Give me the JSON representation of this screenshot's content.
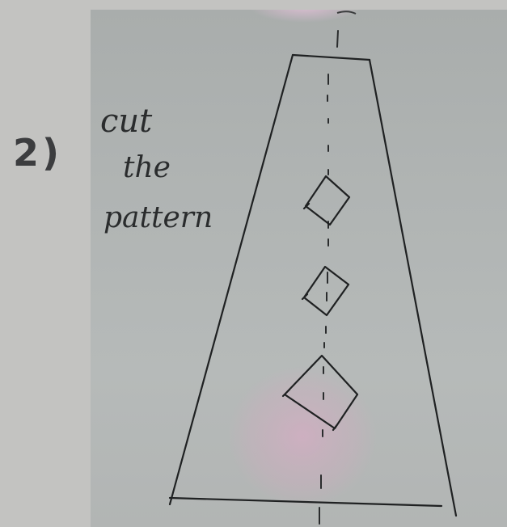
{
  "step": {
    "number_label": "2)"
  },
  "sketch": {
    "note_lines": [
      "cut",
      "the",
      "pattern"
    ],
    "shape": "trapezoid-pattern",
    "cutout_count": 3,
    "paper_color": "#b3b7b6",
    "ink_color": "#1f2122",
    "highlight_color": "#e2a8c8"
  }
}
